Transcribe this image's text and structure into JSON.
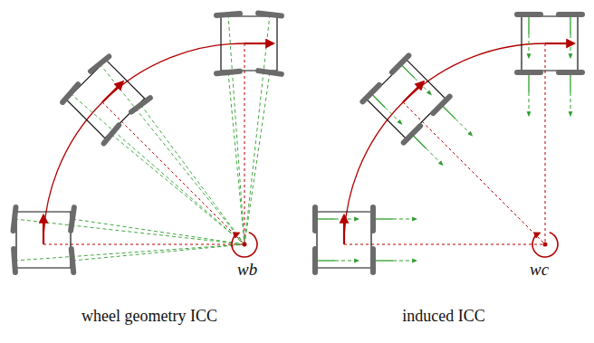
{
  "diagram": {
    "labels": [
      "wb",
      "wc",
      "wheel geometry ICC",
      "induced ICC"
    ]
  }
}
